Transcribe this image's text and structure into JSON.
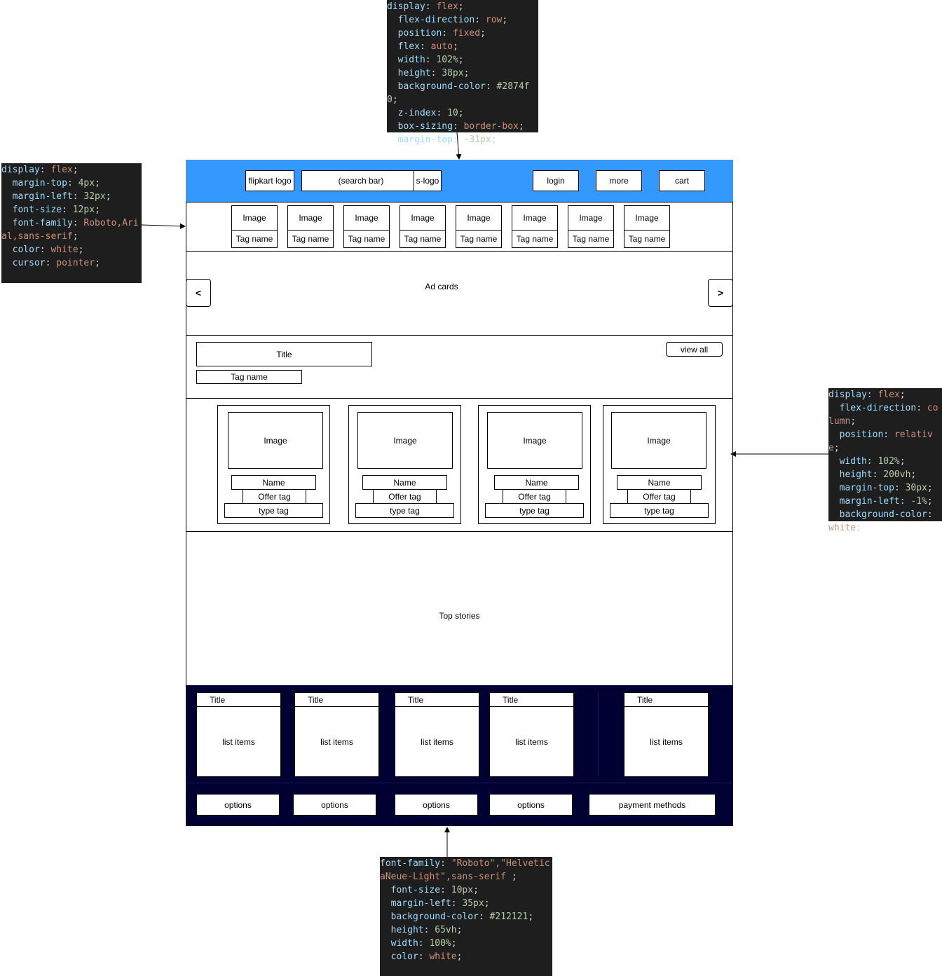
{
  "header": {
    "logo": "flipkart logo",
    "search_bar": "(search bar)",
    "search_logo": "s-logo",
    "login": "login",
    "more": "more",
    "cart": "cart"
  },
  "categories": [
    {
      "image": "Image",
      "tag": "Tag name"
    },
    {
      "image": "Image",
      "tag": "Tag name"
    },
    {
      "image": "Image",
      "tag": "Tag name"
    },
    {
      "image": "Image",
      "tag": "Tag name"
    },
    {
      "image": "Image",
      "tag": "Tag name"
    },
    {
      "image": "Image",
      "tag": "Tag name"
    },
    {
      "image": "Image",
      "tag": "Tag name"
    },
    {
      "image": "Image",
      "tag": "Tag name"
    }
  ],
  "carousel": {
    "label": "Ad cards",
    "prev": "<",
    "next": ">"
  },
  "deals": {
    "title": "Title",
    "tag": "Tag name",
    "view_all": "view all"
  },
  "products": [
    {
      "image": "Image",
      "name": "Name",
      "offer": "Offer tag",
      "type": "type tag"
    },
    {
      "image": "Image",
      "name": "Name",
      "offer": "Offer tag",
      "type": "type tag"
    },
    {
      "image": "Image",
      "name": "Name",
      "offer": "Offer tag",
      "type": "type tag"
    },
    {
      "image": "Image",
      "name": "Name",
      "offer": "Offer tag",
      "type": "type tag"
    }
  ],
  "top_stories": "Top stories",
  "footer_columns": [
    {
      "title": "Title",
      "body": "list items"
    },
    {
      "title": "Title",
      "body": "list items"
    },
    {
      "title": "Title",
      "body": "list items"
    },
    {
      "title": "Title",
      "body": "list items"
    },
    {
      "title": "Title",
      "body": "list items"
    }
  ],
  "footer_options": [
    "options",
    "options",
    "options",
    "options",
    "payment methods"
  ],
  "code_notes": {
    "top": [
      [
        "display",
        "flex"
      ],
      [
        "flex-direction",
        "row"
      ],
      [
        "position",
        "fixed"
      ],
      [
        "flex",
        "auto"
      ],
      [
        "width",
        "102%"
      ],
      [
        "height",
        "38px"
      ],
      [
        "background-color",
        "#2874f0"
      ],
      [
        "z-index",
        "10"
      ],
      [
        "box-sizing",
        "border-box"
      ],
      [
        "margin-top",
        "-31px"
      ]
    ],
    "left": [
      [
        "display",
        "flex"
      ],
      [
        "margin-top",
        "4px"
      ],
      [
        "margin-left",
        "32px"
      ],
      [
        "font-size",
        "12px"
      ],
      [
        "font-family",
        "Roboto,Arial,sans-serif"
      ],
      [
        "color",
        "white"
      ],
      [
        "cursor",
        "pointer"
      ]
    ],
    "right": [
      [
        "display",
        "flex"
      ],
      [
        "flex-direction",
        "column"
      ],
      [
        "position",
        "relative"
      ],
      [
        "width",
        "102%"
      ],
      [
        "height",
        "200vh"
      ],
      [
        "margin-top",
        "30px"
      ],
      [
        "margin-left",
        "-1%"
      ],
      [
        "background-color",
        "white"
      ]
    ],
    "bottom": [
      [
        "font-family",
        "\"Roboto\",\"HelveticaNeue-Light\",sans-serif "
      ],
      [
        "font-size",
        "10px"
      ],
      [
        "margin-left",
        "35px"
      ],
      [
        "background-color",
        "#212121"
      ],
      [
        "height",
        "65vh"
      ],
      [
        "width",
        "100%"
      ],
      [
        "color",
        "white"
      ]
    ]
  },
  "colors": {
    "navbar": "#3399ff",
    "footer": "#000033",
    "code_bg": "#1e1e1e"
  }
}
